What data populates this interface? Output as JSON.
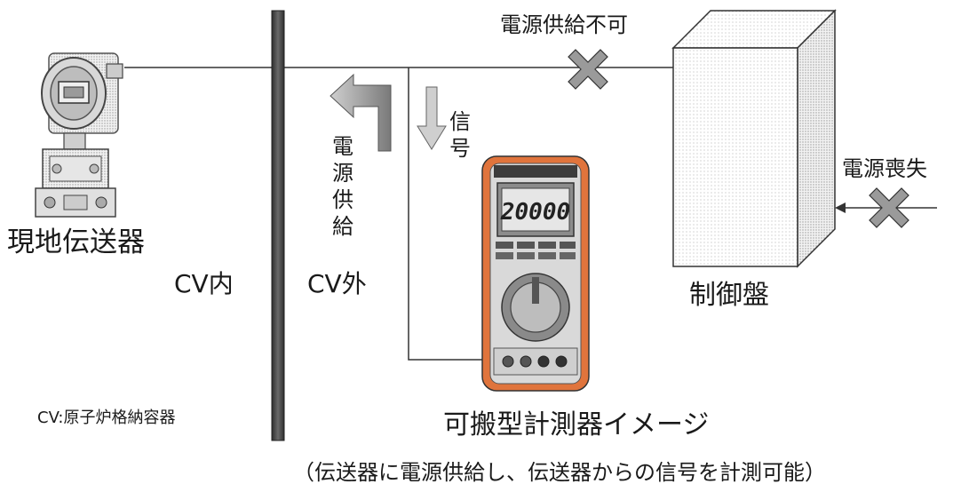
{
  "labels": {
    "transmitter": "現地伝送器",
    "cv_inside": "CV内",
    "cv_outside": "CV外",
    "control_panel": "制御盤",
    "power_supply_impossible": "電源供給不可",
    "power_loss": "電源喪失",
    "signal_vertical": "信号",
    "power_supply_vertical": "電源供給",
    "cv_note": "CV:原子炉格納容器",
    "portable_meter": "可搬型計測器イメージ",
    "caption": "（伝送器に電源供給し、伝送器からの信号を計測可能）"
  },
  "meter": {
    "display": "20000"
  },
  "colors": {
    "line": "#333333",
    "wall": "#4a4a4a",
    "arrow_gray": "#8a8a8a",
    "cross": "#7a7a7a",
    "meter_body": "#e0743c",
    "text": "#1a1a1a"
  },
  "icons": {
    "transmitter": "pressure-transmitter-icon",
    "control_panel": "cabinet-box-icon",
    "meter": "multimeter-icon",
    "cross": "cross-mark-icon"
  }
}
